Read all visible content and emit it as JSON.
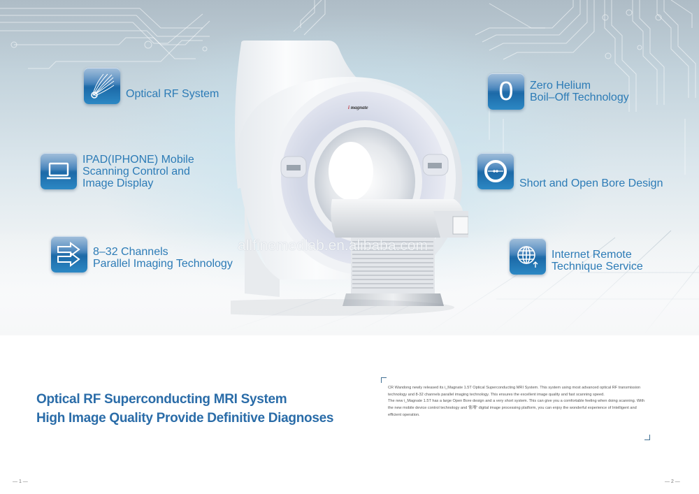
{
  "hero": {
    "product_logo": "i_magnate",
    "watermark": "allfinemedlab.en.alibaba.com",
    "features_left": [
      {
        "icon": "optical-fiber-icon",
        "lines": [
          "Optical RF System"
        ]
      },
      {
        "icon": "laptop-icon",
        "lines": [
          "IPAD(IPHONE) Mobile",
          "Scanning Control and",
          "Image Display"
        ]
      },
      {
        "icon": "double-arrow-icon",
        "lines": [
          "8–32 Channels",
          "Parallel Imaging Technology"
        ]
      }
    ],
    "features_right": [
      {
        "icon": "zero-icon",
        "glyph": "0",
        "lines": [
          "Zero Helium",
          "Boil–Off Technology"
        ]
      },
      {
        "icon": "open-bore-icon",
        "lines": [
          "Short and Open Bore Design"
        ]
      },
      {
        "icon": "globe-upload-icon",
        "lines": [
          "Internet Remote",
          "Technique Service"
        ]
      }
    ]
  },
  "headline": {
    "line1": "Optical RF Superconducting MRI System",
    "line2": "High Image Quality Provide Definitive Diagnoses"
  },
  "description": {
    "paragraph1": "CR Wandong newly released its i_Magnate 1.5T Optical Superconducting MRI System. This system using most advanced optical RF transmission technology and 8-32 channels parallel imaging technology. This ensures the excellent image quality and fast scanning speed.",
    "paragraph2": "The new i_Magnate 1.5T has a large Open Bore design and a very short system. This can give you a comfortable feeling when doing scanning. With the new mobile device control technology and '影零' digital image processing platform, you can enjoy the wonderful experience of Intelligent and efficient operation."
  },
  "pages": {
    "left": "— 1 —",
    "right": "— 2 —"
  },
  "colors": {
    "accent_blue": "#2c7bb6",
    "headline_blue": "#2a6ca8",
    "icon_blue": "#1c6aa8"
  }
}
